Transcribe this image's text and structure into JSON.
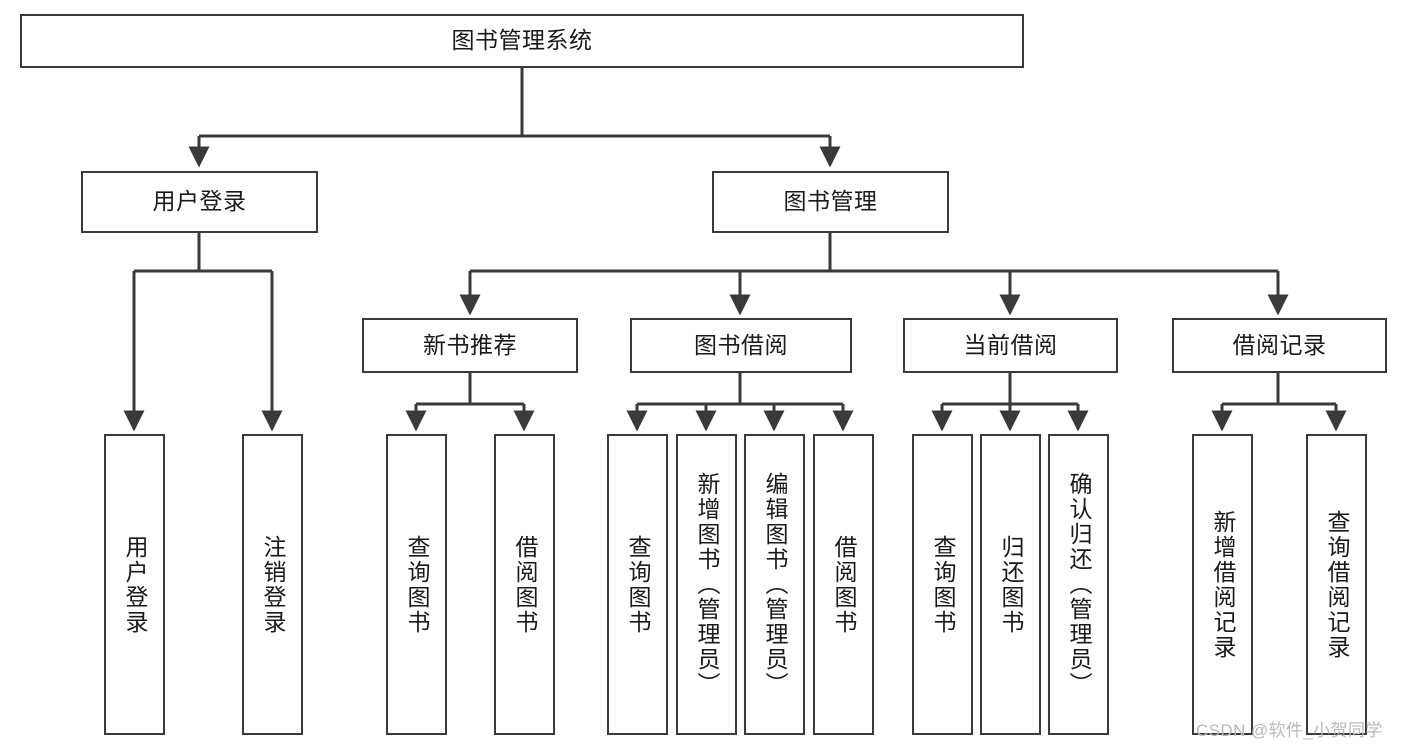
{
  "diagram": {
    "type": "hierarchy-tree",
    "title": "图书管理系统",
    "root": {
      "label": "图书管理系统"
    },
    "level2": [
      {
        "label": "用户登录"
      },
      {
        "label": "图书管理"
      }
    ],
    "level3": [
      {
        "label": "新书推荐"
      },
      {
        "label": "图书借阅"
      },
      {
        "label": "当前借阅"
      },
      {
        "label": "借阅记录"
      }
    ],
    "leaves": {
      "user_login": [
        {
          "label": "用户登录"
        },
        {
          "label": "注销登录"
        }
      ],
      "new_book_recommend": [
        {
          "label": "查询图书"
        },
        {
          "label": "借阅图书"
        }
      ],
      "book_borrow": [
        {
          "label": "查询图书"
        },
        {
          "label": "新增图书（管理员）"
        },
        {
          "label": "编辑图书（管理员）"
        },
        {
          "label": "借阅图书"
        }
      ],
      "current_borrow": [
        {
          "label": "查询图书"
        },
        {
          "label": "归还图书"
        },
        {
          "label": "确认归还（管理员）"
        }
      ],
      "borrow_record": [
        {
          "label": "新增借阅记录"
        },
        {
          "label": "查询借阅记录"
        }
      ]
    },
    "watermark": "CSDN @软件_小贺同学",
    "colors": {
      "border": "#3a3a3a",
      "text": "#1a1a1a",
      "background": "#ffffff",
      "watermark": "#b9b9b9"
    }
  }
}
